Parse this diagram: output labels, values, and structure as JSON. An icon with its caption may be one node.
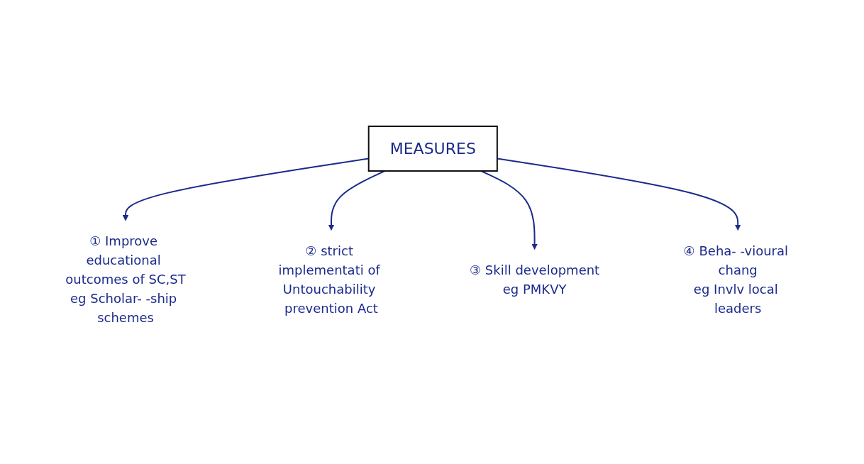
{
  "diagram": {
    "nodes": [
      {
        "text": [
          "MEASURES"
        ]
      },
      {
        "text": [
          "① Improve educational outcomes of SC,ST",
          "eg Scholar- -ship schemes"
        ]
      },
      {
        "text": [
          "② strict implementati of Untouchability prevention Act"
        ]
      },
      {
        "text": [
          "③ Skill development",
          "eg PMKVY"
        ]
      },
      {
        "text": [
          "④ Beha- -vioural chang",
          "eg Invlv local leaders"
        ]
      }
    ],
    "edges": [
      {
        "from": 0,
        "to": 1,
        "arrow": "to"
      },
      {
        "from": 0,
        "to": 2,
        "arrow": "to"
      },
      {
        "from": 0,
        "to": 3,
        "arrow": "to"
      },
      {
        "from": 0,
        "to": 4,
        "arrow": "to"
      }
    ]
  }
}
